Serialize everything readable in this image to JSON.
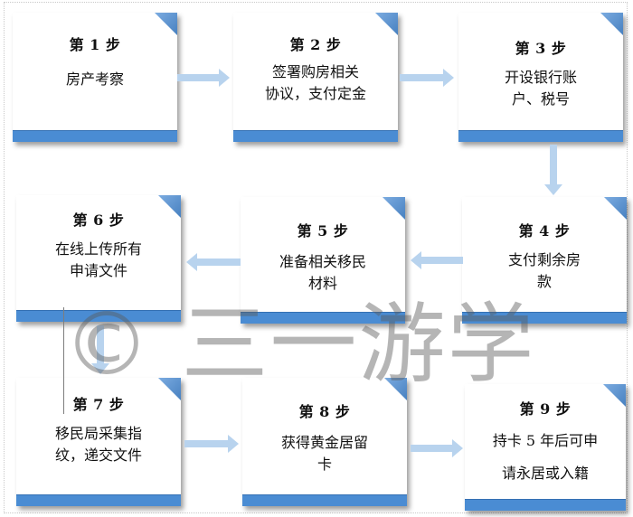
{
  "steps": [
    {
      "title": "第 1 步",
      "body": "房产考察"
    },
    {
      "title": "第 2 步",
      "body": "签署购房相关\n协议，支付定金"
    },
    {
      "title": "第 3 步",
      "body": "开设银行账\n户、税号"
    },
    {
      "title": "第 4 步",
      "body": "支付剩余房\n款"
    },
    {
      "title": "第 5 步",
      "body": "准备相关移民\n材料"
    },
    {
      "title": "第 6 步",
      "body": "在线上传所有\n申请文件"
    },
    {
      "title": "第 7 步",
      "body": "移民局采集指\n纹，递交文件"
    },
    {
      "title": "第 8 步",
      "body": "获得黄金居留\n卡"
    },
    {
      "title": "第 9 步",
      "body": "持卡 5 年后可申\n\n请永居或入籍"
    }
  ],
  "watermark": "© 三一游学",
  "colors": {
    "accent": "#4a8cd3",
    "arrow": "#b8d3ee"
  }
}
